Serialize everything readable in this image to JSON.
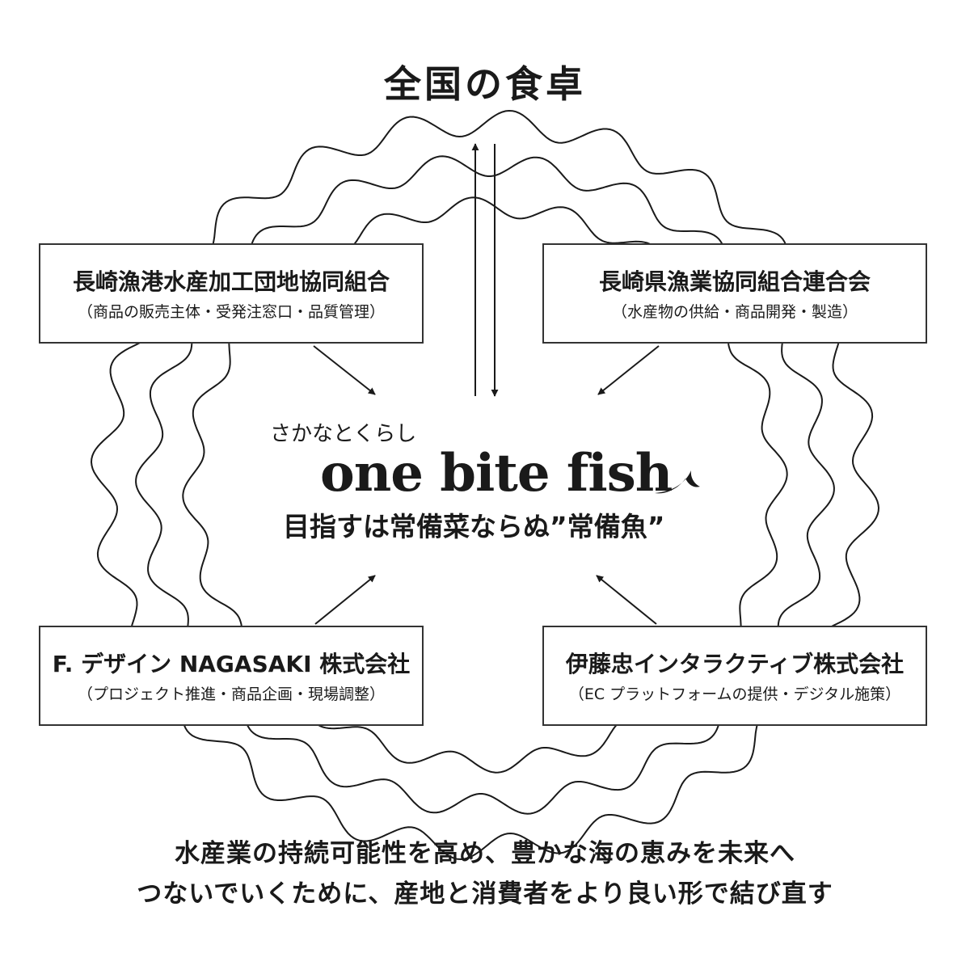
{
  "top_label": "全国の食卓",
  "organizations": {
    "top_left": {
      "name": "長崎漁港水産加工団地協同組合",
      "role": "（商品の販売主体・受発注窓口・品質管理）"
    },
    "top_right": {
      "name": "長崎県漁業協同組合連合会",
      "role": "（水産物の供給・商品開発・製造）"
    },
    "bottom_left": {
      "name": "F. デザイン NAGASAKI 株式会社",
      "role": "（プロジェクト推進・商品企画・現場調整）"
    },
    "bottom_right": {
      "name": "伊藤忠インタラクティブ株式会社",
      "role": "（EC プラットフォームの提供・デジタル施策）"
    }
  },
  "center": {
    "tagline": "さかなとくらし",
    "brand": "one bite fish",
    "slogan": "目指すは常備菜ならぬ”常備魚”"
  },
  "mission": {
    "line1": "水産業の持続可能性を高め、豊かな海の恵みを未来へ",
    "line2": "つないでいくために、産地と消費者をより良い形で結び直す"
  },
  "colors": {
    "ink": "#1a1a1a",
    "box_border": "#333333",
    "background": "#ffffff"
  }
}
